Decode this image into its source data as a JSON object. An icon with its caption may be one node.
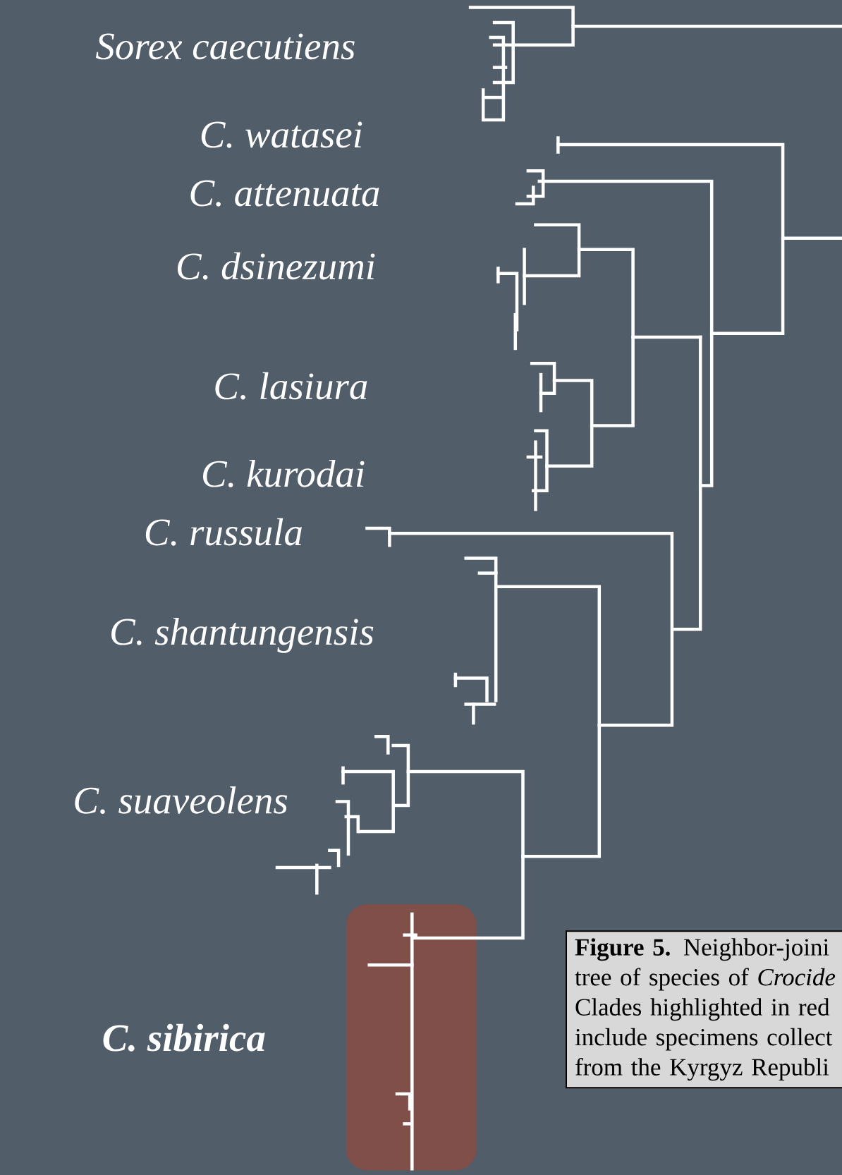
{
  "diagram": {
    "nodes": [
      {
        "text": [
          "**Figure 5.**  Neighbor-joini tree of species of *Crocide* Clades highlighted in red include specimens collect from the Kyrgyz Republi"
        ]
      }
    ],
    "labels": [
      "Sorex caecutiens",
      "C. watasei",
      "C. attenuata",
      "C. dsinezumi",
      "C. lasiura",
      "C. kurodai",
      "C. russula",
      "C. shantungensis",
      "C. suaveolens",
      "C. sibirica"
    ]
  }
}
